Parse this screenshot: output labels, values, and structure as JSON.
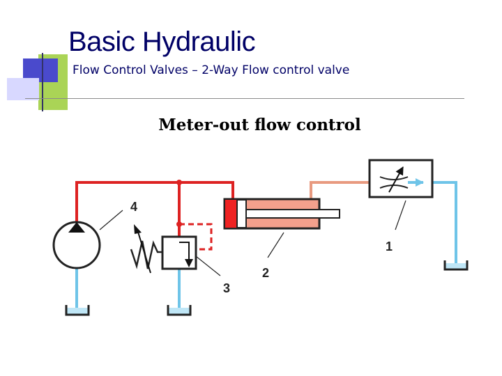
{
  "slide": {
    "title": "Basic Hydraulic",
    "subtitle": "Flow Control Valves – 2-Way Flow control valve",
    "heading": "Meter-out flow control"
  },
  "diagram": {
    "labels": {
      "flow_control_valve": "1",
      "cylinder": "2",
      "relief_valve": "3",
      "pump": "4"
    }
  },
  "colors": {
    "title": "#000066",
    "pressure_line": "#dd2222",
    "meter_out_line": "#e89a80",
    "return_line": "#6ec4e8",
    "deco_blue": "#4444cc",
    "deco_green": "#99cc33",
    "deco_violet": "#ccccff"
  }
}
